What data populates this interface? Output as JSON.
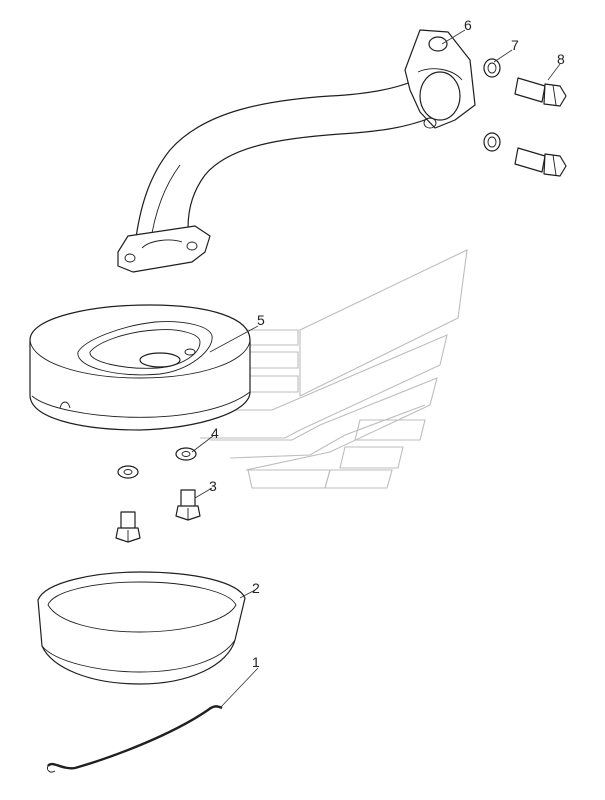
{
  "diagram": {
    "callouts": [
      "1",
      "2",
      "3",
      "4",
      "5",
      "6",
      "7",
      "8"
    ],
    "watermark_color": "#bdbdbd",
    "line_color": "#1f1f1f"
  }
}
